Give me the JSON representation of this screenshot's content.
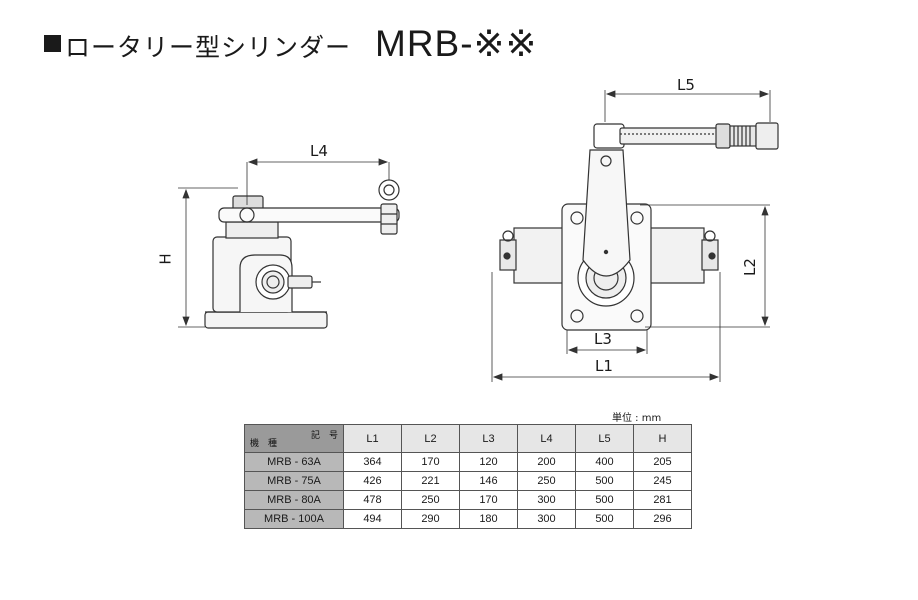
{
  "title": {
    "square": "■",
    "jp": "ロータリー型シリンダー",
    "model": "MRB-※※"
  },
  "dims": {
    "L1": "L1",
    "L2": "L2",
    "L3": "L3",
    "L4": "L4",
    "L5": "L5",
    "H": "H"
  },
  "table": {
    "unit": "単位 : mm",
    "corner_top": "記　号",
    "corner_bottom": "機　種",
    "headers": [
      "L1",
      "L2",
      "L3",
      "L4",
      "L5",
      "H"
    ],
    "rows": [
      [
        "MRB - 63A",
        "364",
        "170",
        "120",
        "200",
        "400",
        "205"
      ],
      [
        "MRB - 75A",
        "426",
        "221",
        "146",
        "250",
        "500",
        "245"
      ],
      [
        "MRB - 80A",
        "478",
        "250",
        "170",
        "300",
        "500",
        "281"
      ],
      [
        "MRB - 100A",
        "494",
        "290",
        "180",
        "300",
        "500",
        "296"
      ]
    ]
  }
}
